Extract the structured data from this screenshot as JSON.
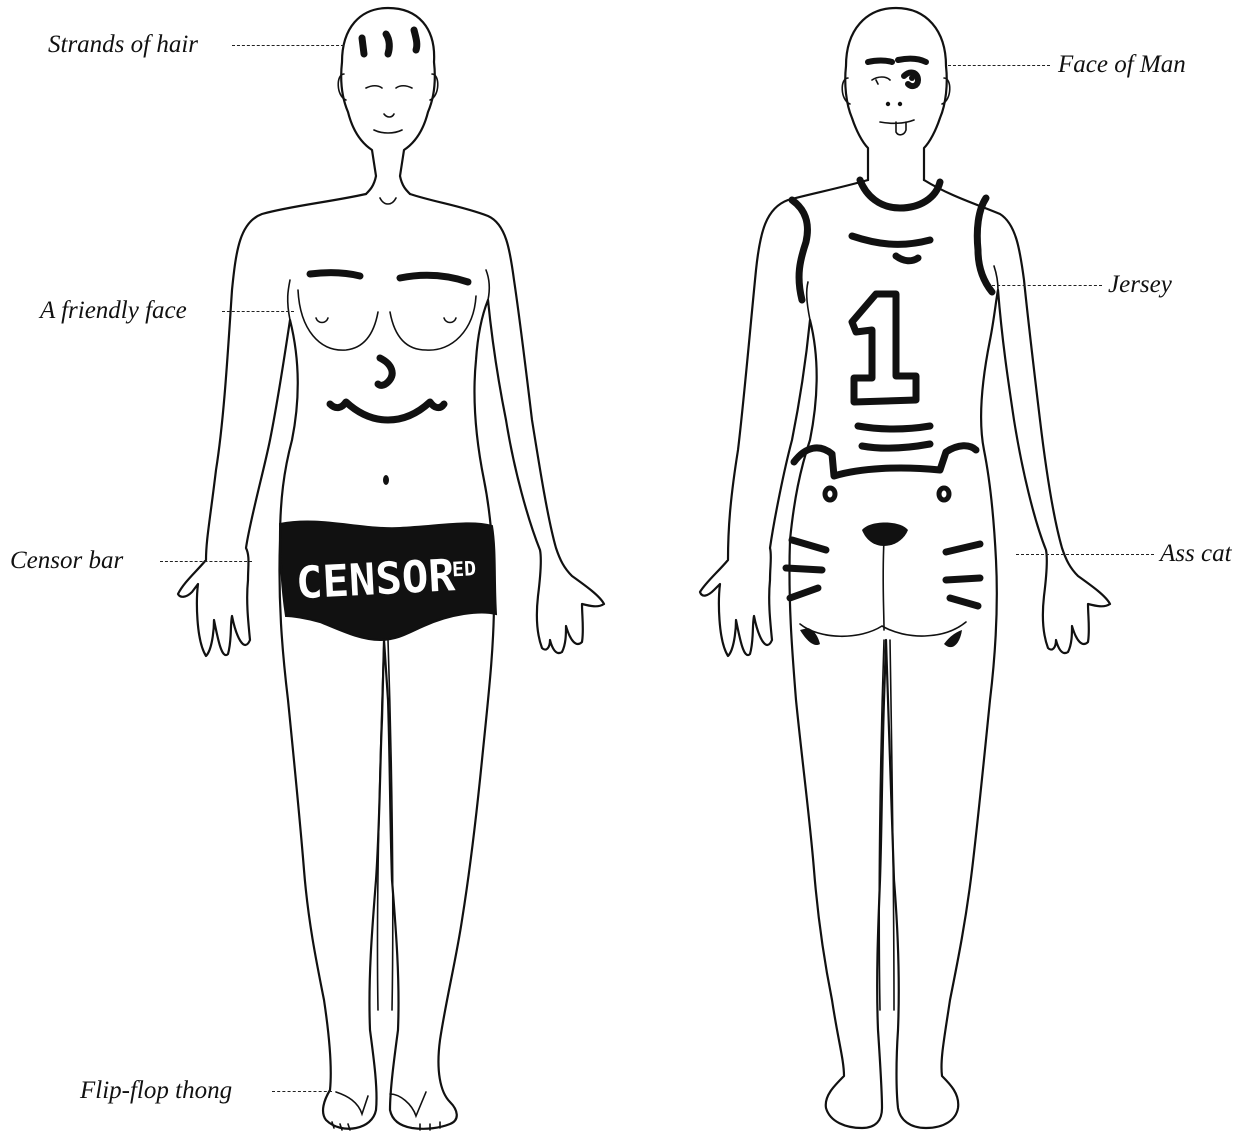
{
  "labels": {
    "strands_of_hair": "Strands of hair",
    "friendly_face": "A friendly face",
    "censor_bar": "Censor bar",
    "flip_flop": "Flip-flop thong",
    "face_of_man": "Face of Man",
    "jersey": "Jersey",
    "ass_cat": "Ass cat"
  },
  "censor": {
    "main": "CENSOR",
    "suffix": "ED"
  },
  "jersey_number": "1",
  "colors": {
    "ink": "#111111",
    "paper": "#ffffff"
  }
}
